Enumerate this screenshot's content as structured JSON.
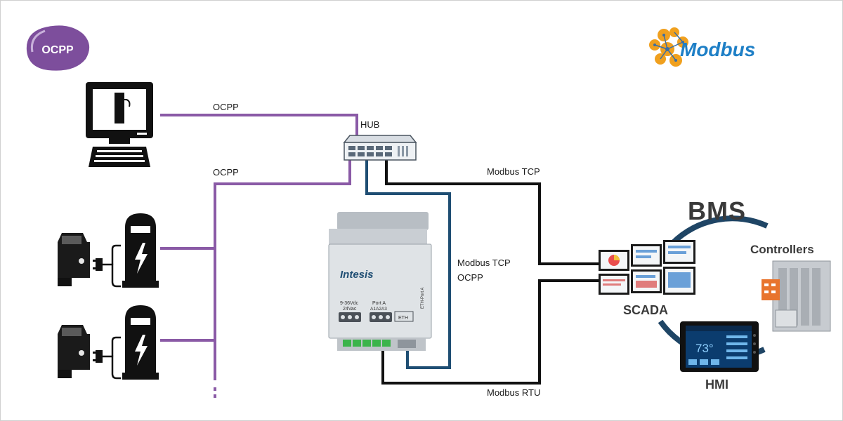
{
  "logos": {
    "ocpp": "OCPP",
    "modbus": "Modbus"
  },
  "labels": {
    "ocpp_top": "OCPP",
    "ocpp_mid": "OCPP",
    "hub": "HUB",
    "modbus_tcp_right": "Modbus TCP",
    "modbus_tcp_mid": "Modbus TCP",
    "ocpp_mid2": "OCPP",
    "modbus_rtu": "Modbus RTU",
    "bms": "BMS",
    "controllers": "Controllers",
    "scada": "SCADA",
    "hmi": "HMI"
  },
  "gateway": {
    "brand": "Intesis",
    "power": "9-36Vdc",
    "power2": "24Vac",
    "port_a": "Port A",
    "port_a_pins": "A1A2A3",
    "eth": "ETH",
    "eth_port": "ETH-Port A"
  },
  "hmi_screen": {
    "temp": "73°"
  },
  "colors": {
    "ocpp_line": "#8a5aa6",
    "modbus_line": "#111111",
    "gateway_line": "#1f4e73",
    "bms_ring": "#1f4565",
    "modbus_text": "#1e7fc6",
    "ocpp_logo": "#7d4e9c"
  }
}
